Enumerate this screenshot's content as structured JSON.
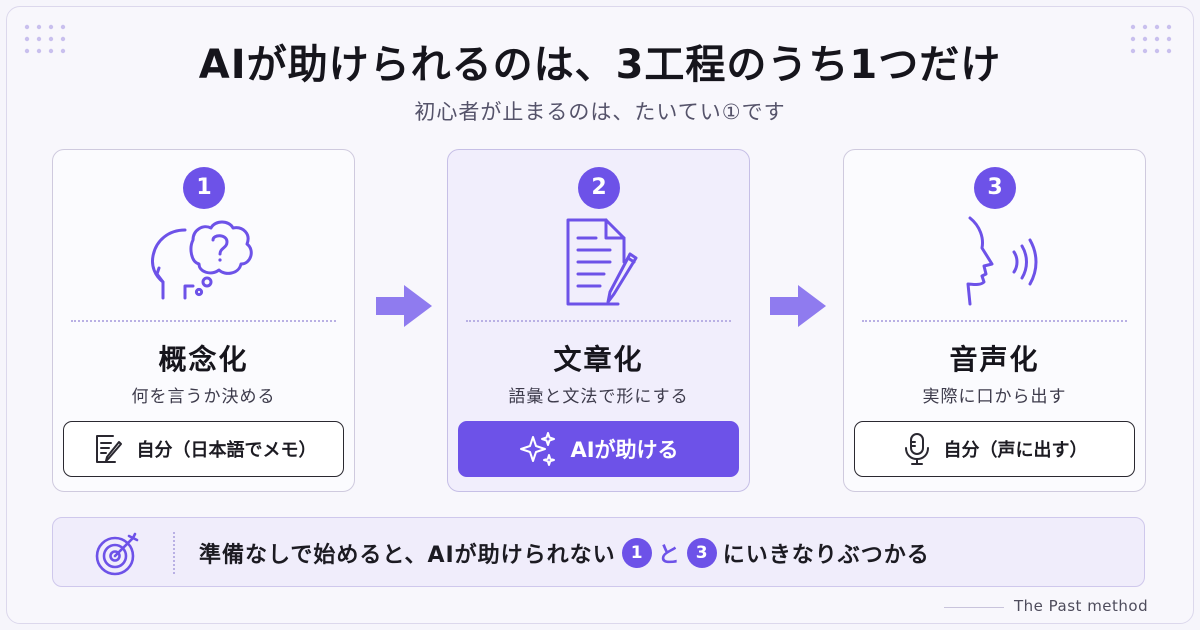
{
  "header": {
    "title": "AIが助けられるのは、3工程のうち1つだけ",
    "subtitle": "初心者が止まるのは、たいてい①です"
  },
  "steps": [
    {
      "number": "1",
      "name": "概念化",
      "desc": "何を言うか決める",
      "actor": "自分（日本語でメモ）",
      "icon": "head-question-icon"
    },
    {
      "number": "2",
      "name": "文章化",
      "desc": "語彙と文法で形にする",
      "actor": "AIが助ける",
      "icon": "document-pencil-icon"
    },
    {
      "number": "3",
      "name": "音声化",
      "desc": "実際に口から出す",
      "actor": "自分（声に出す）",
      "icon": "speaking-head-icon"
    }
  ],
  "banner": {
    "text_before": "準備なしで始めると、AIが助けられない",
    "num_a": "1",
    "connector": "と",
    "num_b": "3",
    "text_after": "にいきなりぶつかる"
  },
  "footer": {
    "brand": "The Past method"
  },
  "colors": {
    "accent": "#6d52e8",
    "card_highlight": "#f1eefc",
    "background": "#f8f7fc"
  }
}
